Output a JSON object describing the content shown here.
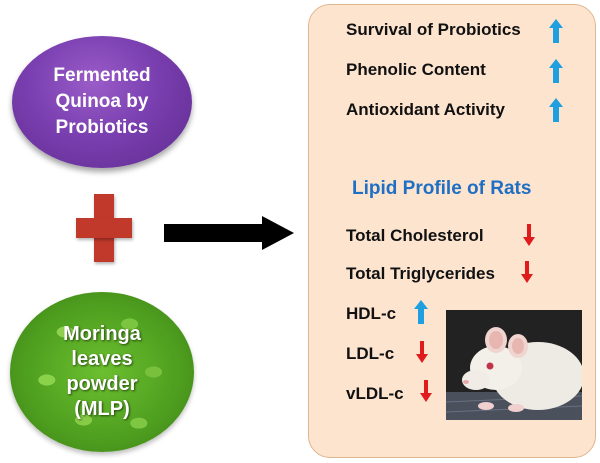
{
  "inputs": {
    "quinoa_label": "Fermented\nQuinoa by\nProbiotics",
    "moringa_label": "Moringa\nleaves\npowder\n(MLP)"
  },
  "results": {
    "items": [
      {
        "label": "Survival of Probiotics",
        "direction": "up"
      },
      {
        "label": "Phenolic Content",
        "direction": "up"
      },
      {
        "label": "Antioxidant Activity",
        "direction": "up"
      }
    ],
    "lipid_title": "Lipid Profile of Rats",
    "lipid_items": [
      {
        "label": "Total Cholesterol",
        "direction": "down"
      },
      {
        "label": "Total Triglycerides",
        "direction": "down"
      },
      {
        "label": "HDL-c",
        "direction": "up"
      },
      {
        "label": "LDL-c",
        "direction": "down"
      },
      {
        "label": "vLDL-c",
        "direction": "down"
      }
    ]
  },
  "colors": {
    "up_arrow": "#1e9fe0",
    "down_arrow": "#e01b1b",
    "panel_fill": "#fce4cf",
    "subtitle": "#1f6fc4",
    "quinoa_circle": "#7a3fb0",
    "plus": "#c0392b"
  },
  "icons": {
    "plus": "plus-icon",
    "flow_arrow": "right-arrow-icon",
    "increase": "up-arrow-icon",
    "decrease": "down-arrow-icon",
    "rat_photo": "rat-photo"
  }
}
